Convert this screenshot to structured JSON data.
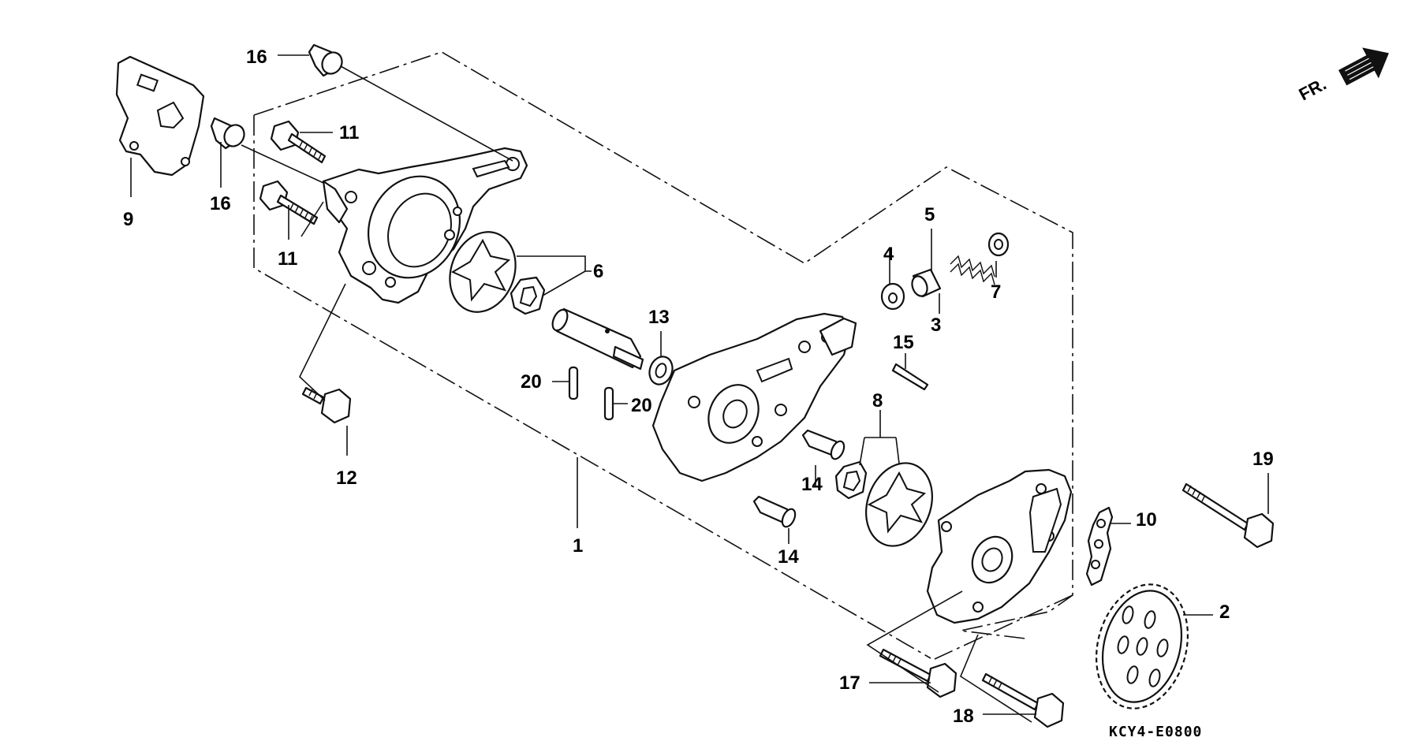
{
  "diagram": {
    "code": "KCY4-E0800",
    "direction_label": "FR.",
    "callouts": {
      "c1": "1",
      "c2": "2",
      "c3": "3",
      "c4": "4",
      "c5": "5",
      "c6": "6",
      "c7": "7",
      "c8": "8",
      "c9": "9",
      "c10": "10",
      "c11a": "11",
      "c11b": "11",
      "c12": "12",
      "c13": "13",
      "c14a": "14",
      "c14b": "14",
      "c15": "15",
      "c16a": "16",
      "c16b": "16",
      "c17": "17",
      "c18": "18",
      "c19": "19",
      "c20a": "20",
      "c20b": "20"
    }
  }
}
